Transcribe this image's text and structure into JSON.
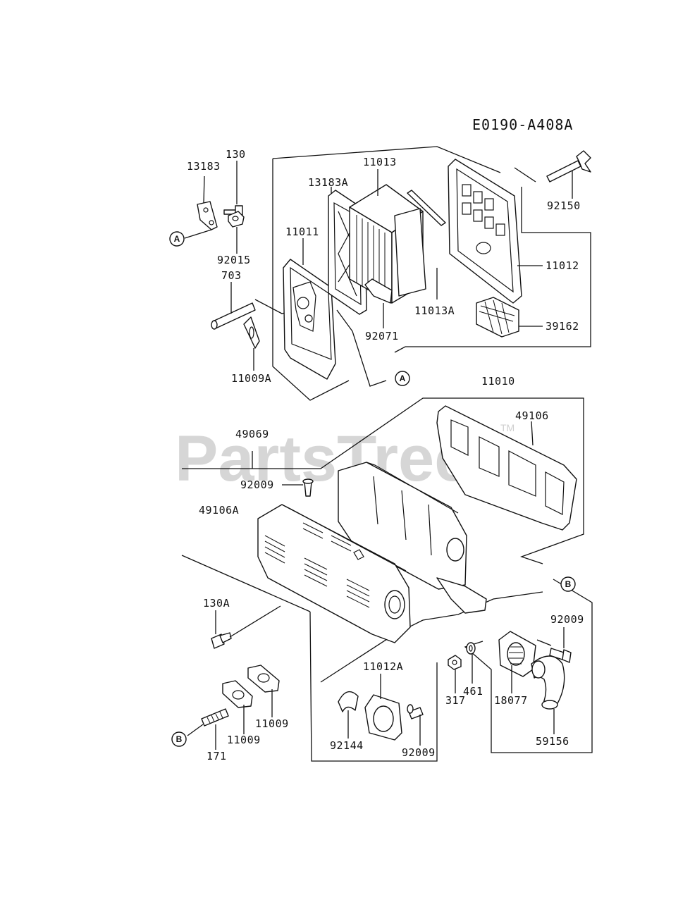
{
  "diagram_code": "E0190-A408A",
  "watermark": {
    "text": "PartsTree",
    "mark": "TM"
  },
  "ref_markers": {
    "a": "A",
    "b": "B"
  },
  "parts": [
    "13183",
    "130",
    "13183A",
    "11013",
    "92015",
    "11011",
    "703",
    "92071",
    "11013A",
    "92150",
    "11012",
    "39162",
    "11009A",
    "11010",
    "49069",
    "49106",
    "92009",
    "49106A",
    "130A",
    "11012A",
    "92144",
    "92009",
    "11009",
    "11009",
    "171",
    "317",
    "461",
    "18077",
    "92009",
    "59156"
  ]
}
